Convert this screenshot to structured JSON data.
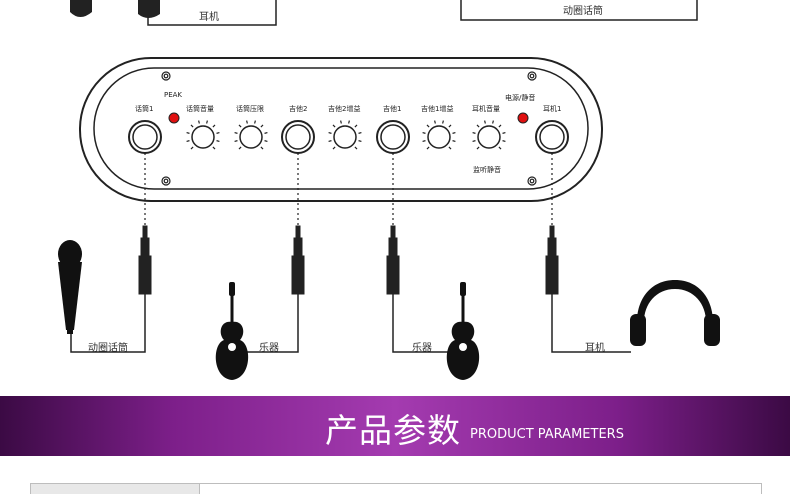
{
  "top": {
    "left_label": "耳机",
    "right_label": "动圈话筒"
  },
  "panel": {
    "peak_label": "PEAK",
    "power_mute_label": "电源/静音",
    "monitor_mute_label": "监听静音",
    "controls": [
      "话筒1",
      "话筒音量",
      "话筒压限",
      "吉他2",
      "吉他2增益",
      "吉他1",
      "吉他1增益",
      "耳机音量",
      "耳机1"
    ]
  },
  "devices": {
    "mic": "动圈话筒",
    "instrument_left": "乐器",
    "instrument_right": "乐器",
    "headphones": "耳机"
  },
  "banner": {
    "title": "产品参数",
    "subtitle": "PRODUCT PARAMETERS"
  },
  "colors": {
    "led": "#e01010",
    "banner_dark": "#3b0a44",
    "banner_light": "#a43bb0"
  }
}
